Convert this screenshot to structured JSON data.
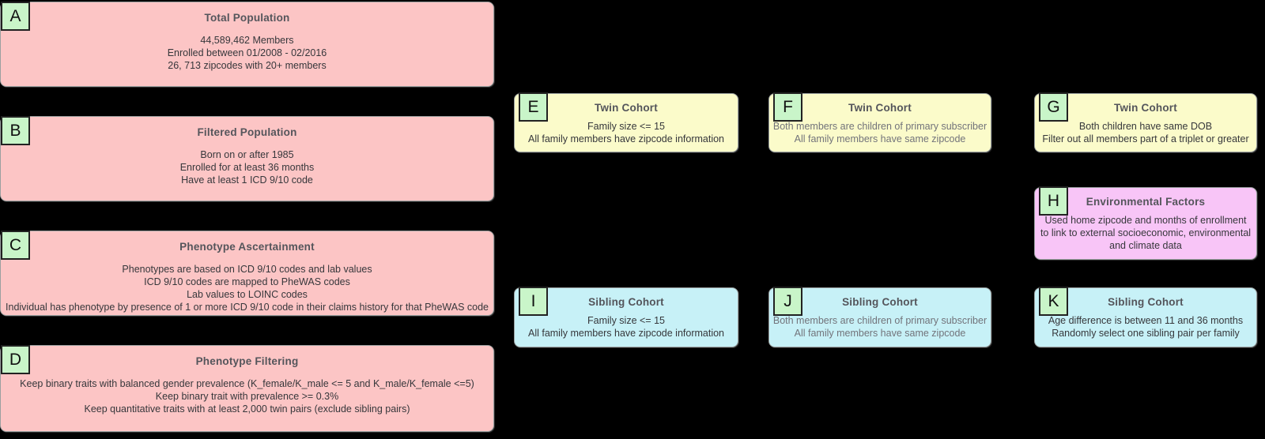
{
  "canvas": {
    "background": "#000000"
  },
  "badge": {
    "fill": "#c9f5c9",
    "border": "#222222"
  },
  "palette": {
    "population_fill": "#fcc5c5",
    "twin_fill": "#fbfbca",
    "sibling_fill": "#c7f1f7",
    "environment_fill": "#f8c5f7",
    "box_border": "#9aa0a0",
    "title_color": "#54555b",
    "body_color": "#36373b",
    "muted_body_color": "#72737a"
  },
  "boxes": [
    {
      "letter": "A",
      "title": "Total Population",
      "lines": [
        "44,589,462 Members",
        "Enrolled between 01/2008 - 02/2016",
        "26, 713 zipcodes with 20+ members"
      ],
      "fill": "#fcc5c5",
      "body_color": "#36373b"
    },
    {
      "letter": "B",
      "title": "Filtered Population",
      "lines": [
        "Born on or after 1985",
        "Enrolled for at least 36 months",
        "Have at least 1 ICD 9/10 code"
      ],
      "fill": "#fcc5c5",
      "body_color": "#36373b"
    },
    {
      "letter": "C",
      "title": "Phenotype Ascertainment",
      "lines": [
        "Phenotypes are based on ICD 9/10 codes and lab values",
        "ICD 9/10 codes are mapped to PheWAS codes",
        "Lab values to LOINC codes",
        "Individual has phenotype by presence of 1 or more ICD 9/10 code in their claims history for that PheWAS code"
      ],
      "fill": "#fcc5c5",
      "body_color": "#36373b"
    },
    {
      "letter": "D",
      "title": "Phenotype Filtering",
      "lines": [
        "Keep binary traits with balanced gender prevalence (K_female/K_male <= 5 and K_male/K_female <=5)",
        "Keep binary trait with prevalence >= 0.3%",
        "Keep quantitative traits with at least 2,000 twin pairs (exclude sibling pairs)"
      ],
      "fill": "#fcc5c5",
      "body_color": "#36373b"
    },
    {
      "letter": "E",
      "title": "Twin Cohort",
      "lines": [
        "Family size <= 15",
        "All family members have zipcode information"
      ],
      "fill": "#fbfbca",
      "body_color": "#36373b"
    },
    {
      "letter": "F",
      "title": "Twin Cohort",
      "lines": [
        "Both members are children of primary subscriber",
        "All family members have same zipcode"
      ],
      "fill": "#fbfbca",
      "body_color": "#72737a"
    },
    {
      "letter": "G",
      "title": "Twin Cohort",
      "lines": [
        "Both children have same DOB",
        "Filter out all members part of a triplet or greater"
      ],
      "fill": "#fbfbca",
      "body_color": "#36373b"
    },
    {
      "letter": "H",
      "title": "Environmental Factors",
      "lines": [
        "Used home zipcode and months of enrollment to link to external socioeconomic, environmental and climate data"
      ],
      "fill": "#f8c5f7",
      "body_color": "#36373b"
    },
    {
      "letter": "I",
      "title": "Sibling Cohort",
      "lines": [
        "Family size <= 15",
        "All family members have zipcode information"
      ],
      "fill": "#c7f1f7",
      "body_color": "#36373b"
    },
    {
      "letter": "J",
      "title": "Sibling Cohort",
      "lines": [
        "Both members are children of primary subscriber",
        "All family members have same zipcode"
      ],
      "fill": "#c7f1f7",
      "body_color": "#72737a"
    },
    {
      "letter": "K",
      "title": "Sibling Cohort",
      "lines": [
        "Age difference is between 11 and 36 months",
        "Randomly select one sibling pair per family"
      ],
      "fill": "#c7f1f7",
      "body_color": "#36373b"
    }
  ]
}
